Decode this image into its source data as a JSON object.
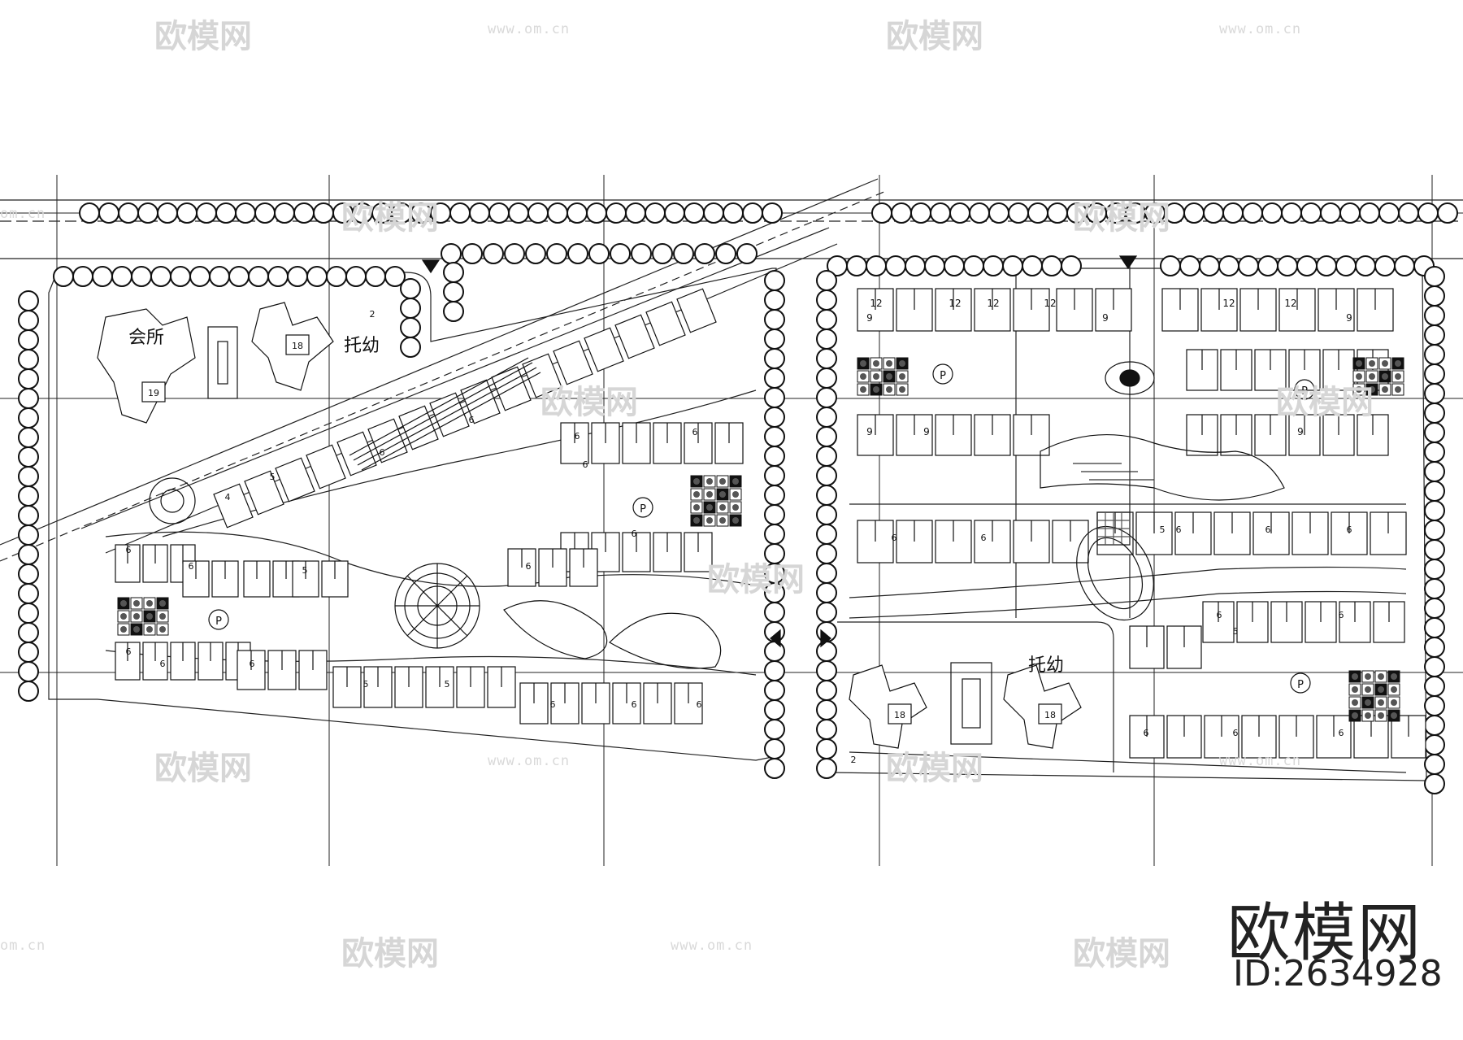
{
  "watermark": {
    "brand": "欧模网",
    "url": "www.om.cn",
    "url_short": "om.cn"
  },
  "brand_block": {
    "title": "欧模网",
    "id_text": "ID:2634928"
  },
  "labels": {
    "clubhouse": "会所",
    "kindergarten_west": "托幼",
    "kindergarten_east": "托幼",
    "parking": "P"
  },
  "building_numbers": {
    "club_tower": "19",
    "west_tower": "18",
    "east_tower_a": "18",
    "east_tower_b": "18",
    "west_small": "2",
    "east_small": "2",
    "row_12": "12",
    "row_9": "9",
    "row_6": "6",
    "row_5": "5",
    "row_4": "4"
  },
  "colors": {
    "line": "#111111",
    "watermark": "#d6d6d6",
    "background": "#ffffff"
  }
}
